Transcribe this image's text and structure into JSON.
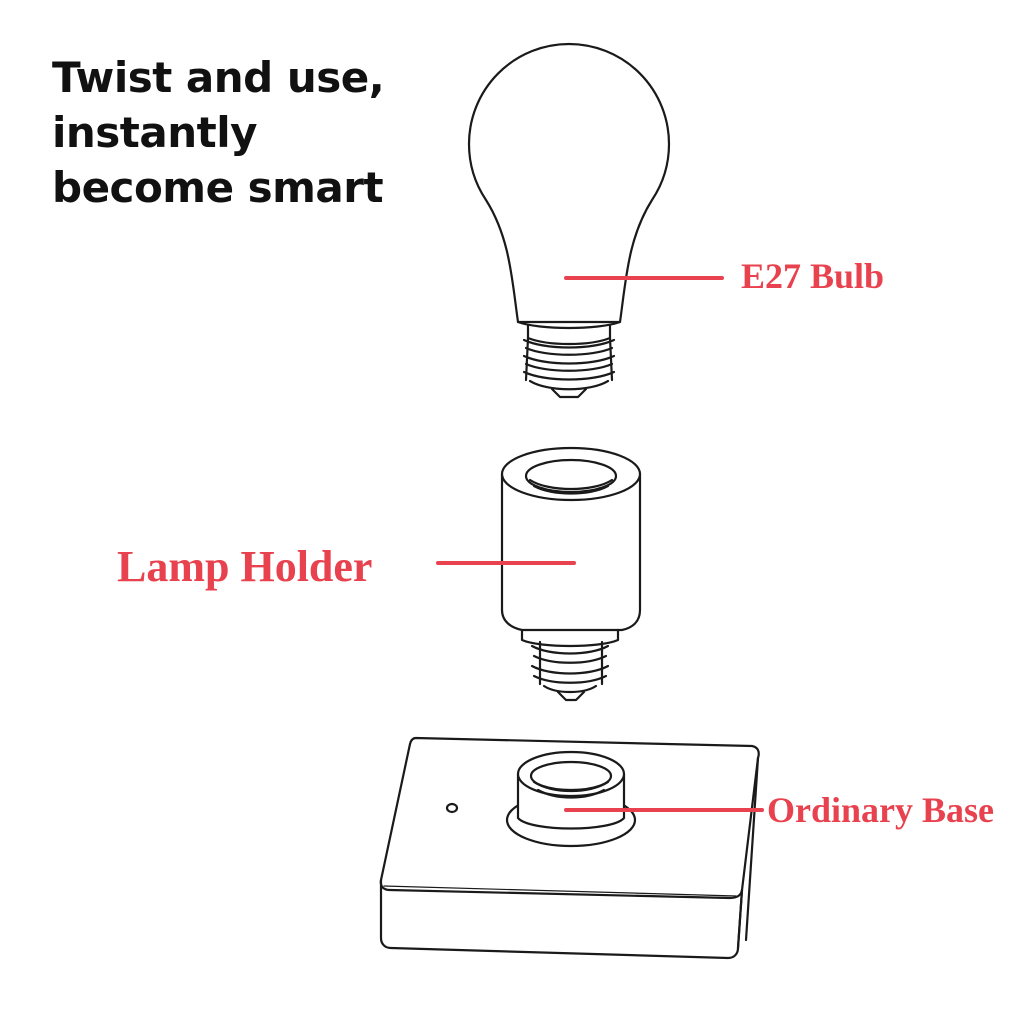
{
  "headline": {
    "lines": [
      "Twist and use,",
      "instantly",
      "become smart"
    ]
  },
  "callouts": {
    "bulb": "E27 Bulb",
    "holder": "Lamp Holder",
    "base": "Ordinary Base"
  },
  "colors": {
    "callout": "#e8424f",
    "ink": "#1a1a1a",
    "headline": "#111111"
  }
}
